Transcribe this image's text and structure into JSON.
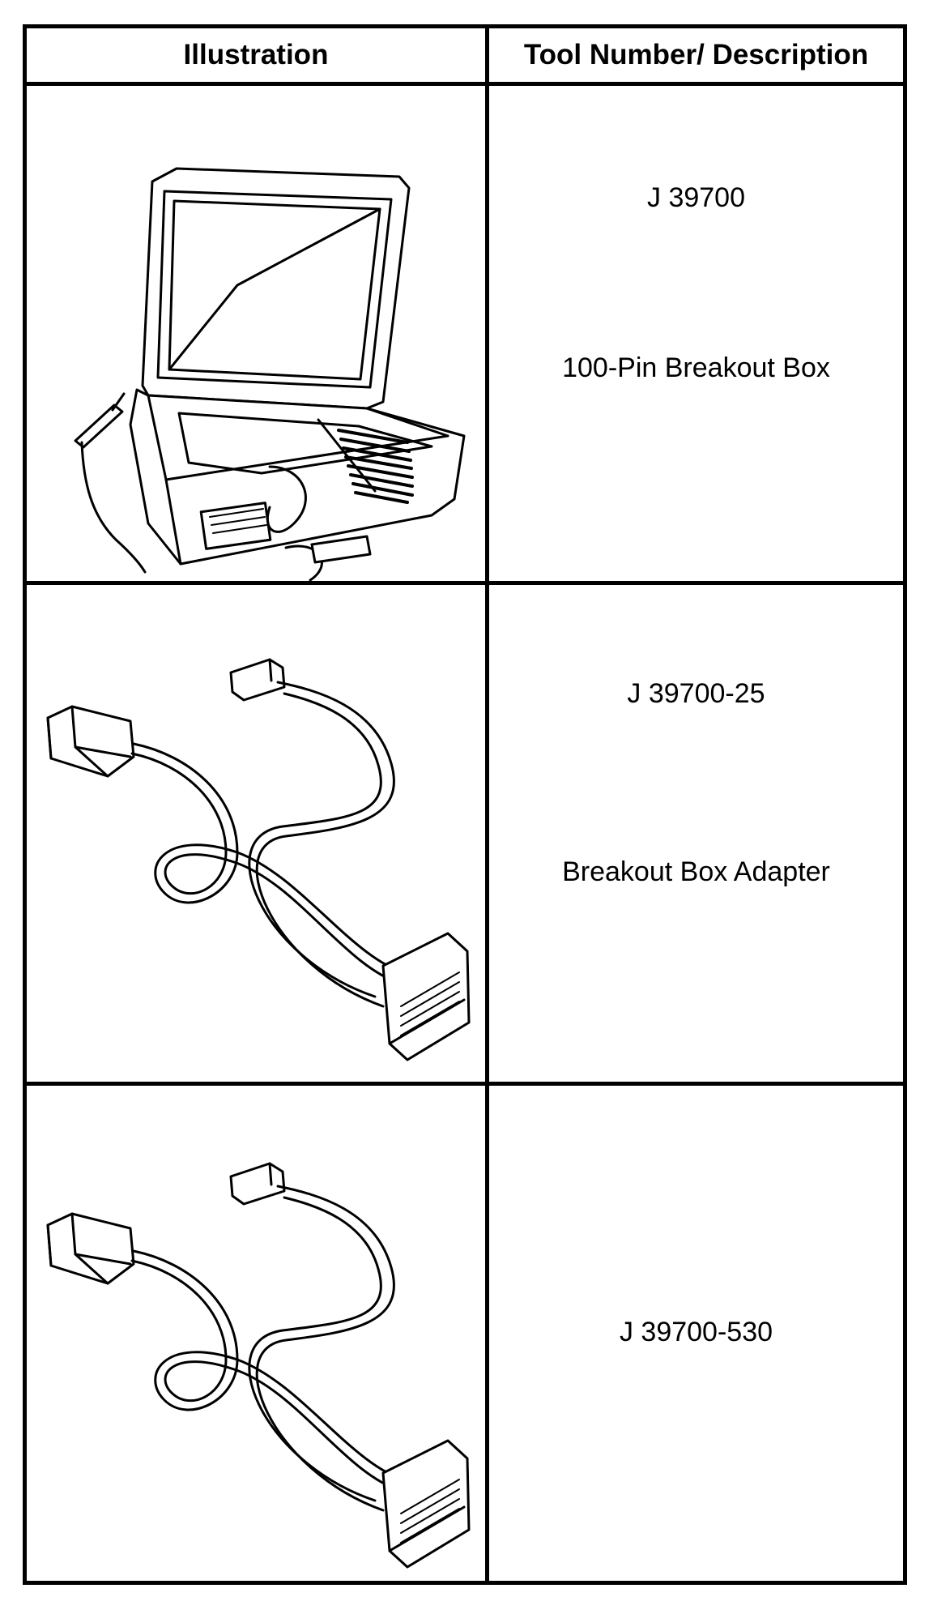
{
  "headers": {
    "illustration": "Illustration",
    "tool": "Tool Number/ Description"
  },
  "rows": [
    {
      "number": "J 39700",
      "description": "100-Pin Breakout Box",
      "illustration_icon": "breakout-box-case-icon"
    },
    {
      "number": "J 39700-25",
      "description": "Breakout Box Adapter",
      "illustration_icon": "adapter-cable-icon"
    },
    {
      "number": "J 39700-530",
      "description": "",
      "illustration_icon": "adapter-cable-icon"
    }
  ]
}
